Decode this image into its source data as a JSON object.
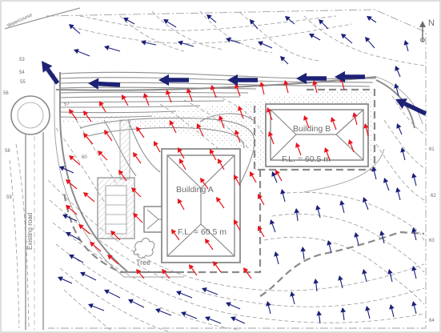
{
  "labels": {
    "building_a": "Building A",
    "building_b": "Building B",
    "fl_a": "F.L. = 60.5 m",
    "fl_b": "F.L. = 60.5 m",
    "tree": "Tree",
    "road": "Existing road",
    "watercourse": "Watercourse",
    "north": "N"
  },
  "contour_labels": [
    "53",
    "54",
    "55",
    "56",
    "57",
    "58",
    "59",
    "60",
    "61",
    "62",
    "63",
    "64"
  ],
  "colors": {
    "red_arrow": "#e8141c",
    "navy_arrow": "#1a1f78",
    "big_arrow": "#1d2275",
    "line_gray": "#8c8c8c",
    "hatch": "#b9b9b9"
  },
  "icons": {
    "north_arrow": "north-arrow-icon",
    "tree": "tree-icon"
  }
}
